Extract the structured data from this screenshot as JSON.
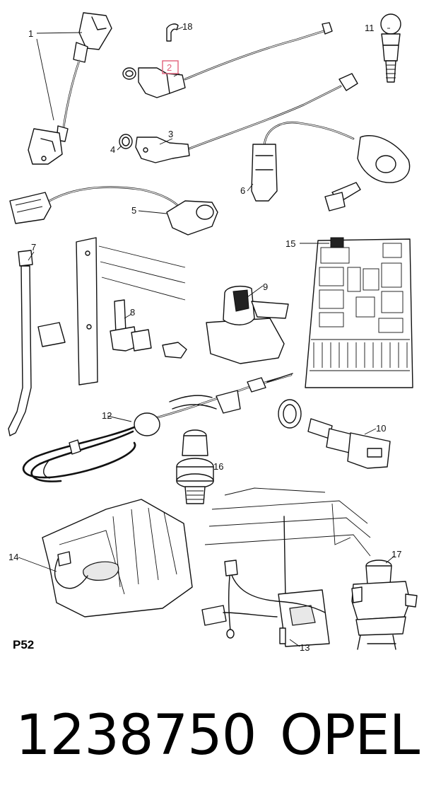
{
  "callouts": {
    "c1": "1",
    "c2": "2",
    "c3": "3",
    "c4": "4",
    "c5": "5",
    "c6": "6",
    "c7": "7",
    "c8": "8",
    "c9": "9",
    "c10": "10",
    "c11": "11",
    "c12": "12",
    "c13": "13",
    "c14": "14",
    "c15": "15",
    "c16": "16",
    "c17": "17",
    "c18": "18"
  },
  "page_ref": "P52",
  "footer": {
    "part_number": "1238750",
    "brand": "OPEL"
  },
  "colors": {
    "highlight": "#e0607a",
    "ink": "#111111"
  }
}
